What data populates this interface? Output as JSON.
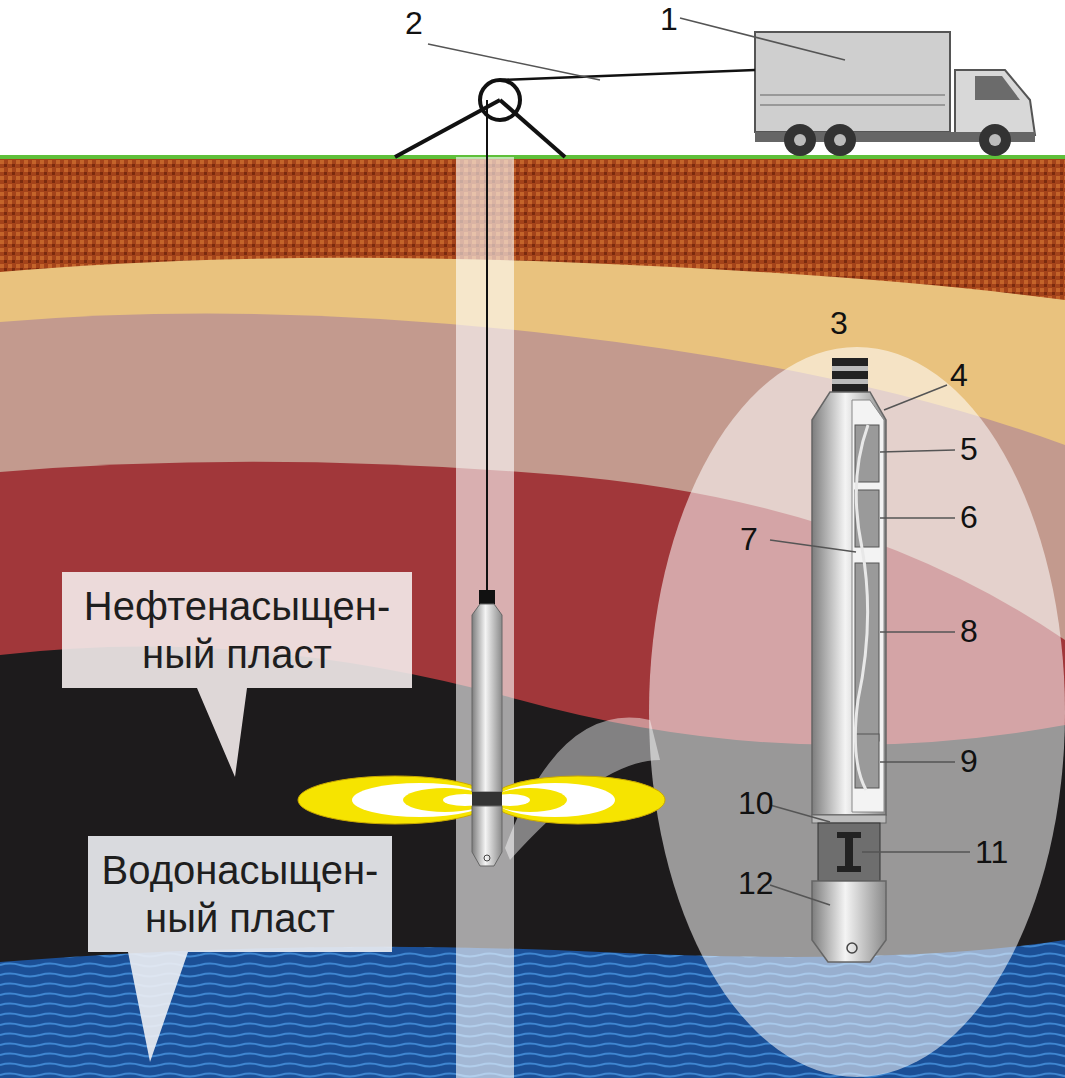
{
  "diagram": {
    "nodes": [
      {
        "text": [
          "Нефтенасыщен- ный пласт"
        ]
      },
      {
        "text": [
          "Водонасыщен- ный пласт"
        ]
      }
    ],
    "labels": [
      "1",
      "2",
      "3",
      "4",
      "5",
      "6",
      "7",
      "8",
      "9",
      "10",
      "11",
      "12"
    ]
  }
}
